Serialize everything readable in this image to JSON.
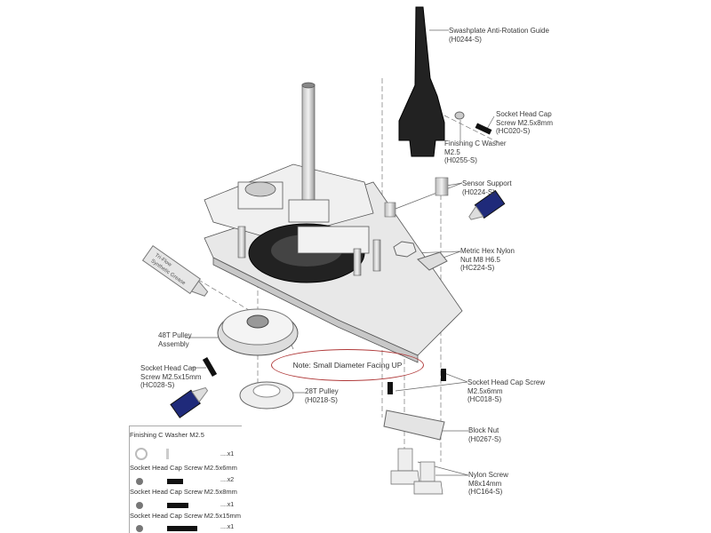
{
  "labels": {
    "swashplate_guide": {
      "name": "Swashplate Anti-Rotation Guide",
      "code": "(H0244-S)"
    },
    "screw_m25x8_top": {
      "line1": "Socket Head Cap",
      "line2": "Screw M2.5x8mm",
      "code": "(HC020-S)"
    },
    "c_washer": {
      "line1": "Finishing C Washer",
      "line2": "M2.5",
      "code": "(H0255-S)"
    },
    "sensor_support": {
      "name": "Sensor Support",
      "code": "(H0224-S)"
    },
    "hex_nut": {
      "line1": "Metric Hex Nylon",
      "line2": "Nut M8 H6.5",
      "code": "(HC224-S)"
    },
    "pulley_48t": {
      "line1": "48T Pulley",
      "line2": "Assembly"
    },
    "screw_m25x15": {
      "line1": "Socket Head Cap",
      "line2": "Screw M2.5x15mm",
      "code": "(HC028-S)"
    },
    "pulley_28t": {
      "name": "28T Pulley",
      "code": "(H0218-S)"
    },
    "screw_m25x6": {
      "line1": "Socket Head Cap Screw",
      "line2": "M2.5x6mm",
      "code": "(HC018-S)"
    },
    "block_nut": {
      "name": "Block Nut",
      "code": "(H0267-S)"
    },
    "nylon_screw": {
      "line1": "Nylon Screw",
      "line2": "M8x14mm",
      "code": "(HC164-S)"
    }
  },
  "note": "Note: Small Diameter Facing UP",
  "grease_tube": {
    "brand": "Tri-Flow",
    "product": "Synthetic Grease"
  },
  "legend": [
    {
      "name": "Finishing C Washer M2.5",
      "qty": "....x1"
    },
    {
      "name": "Socket Head Cap Screw M2.5x6mm",
      "qty": "....x2"
    },
    {
      "name": "Socket Head Cap Screw M2.5x8mm",
      "qty": "....x1"
    },
    {
      "name": "Socket Head Cap Screw M2.5x15mm",
      "qty": "....x1"
    }
  ],
  "colors": {
    "note_outline": "#b03a3a",
    "thread_lock_blue": "#1f2a7a"
  }
}
